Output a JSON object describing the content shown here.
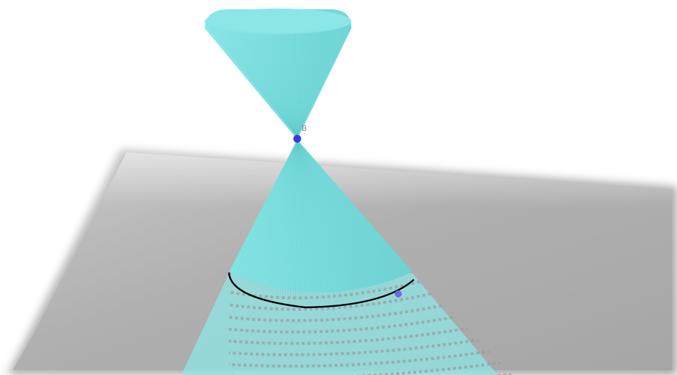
{
  "scene": {
    "type": "3d-double-cone-plane-intersection",
    "colors": {
      "background": "#ffffff",
      "cone_fill": "#80e3e3",
      "cone_edge": "#5fc9c9",
      "cone_shade": "#6fd3d3",
      "plane_fill": "#b4b4b4",
      "plane_shadow": "#9c9c9c",
      "plane_edge": "#d2d2d2",
      "conic_curve": "#000000",
      "point": "#3b3bd6",
      "point_light": "#7d7de6"
    },
    "objects": [
      {
        "name": "upper-nappe",
        "kind": "cone"
      },
      {
        "name": "lower-nappe",
        "kind": "cone"
      },
      {
        "name": "cutting-plane",
        "kind": "plane"
      },
      {
        "name": "conic-section",
        "kind": "curve"
      },
      {
        "name": "vertex-point",
        "kind": "point"
      },
      {
        "name": "point-on-curve",
        "kind": "point"
      }
    ],
    "vertex_label": "B"
  }
}
